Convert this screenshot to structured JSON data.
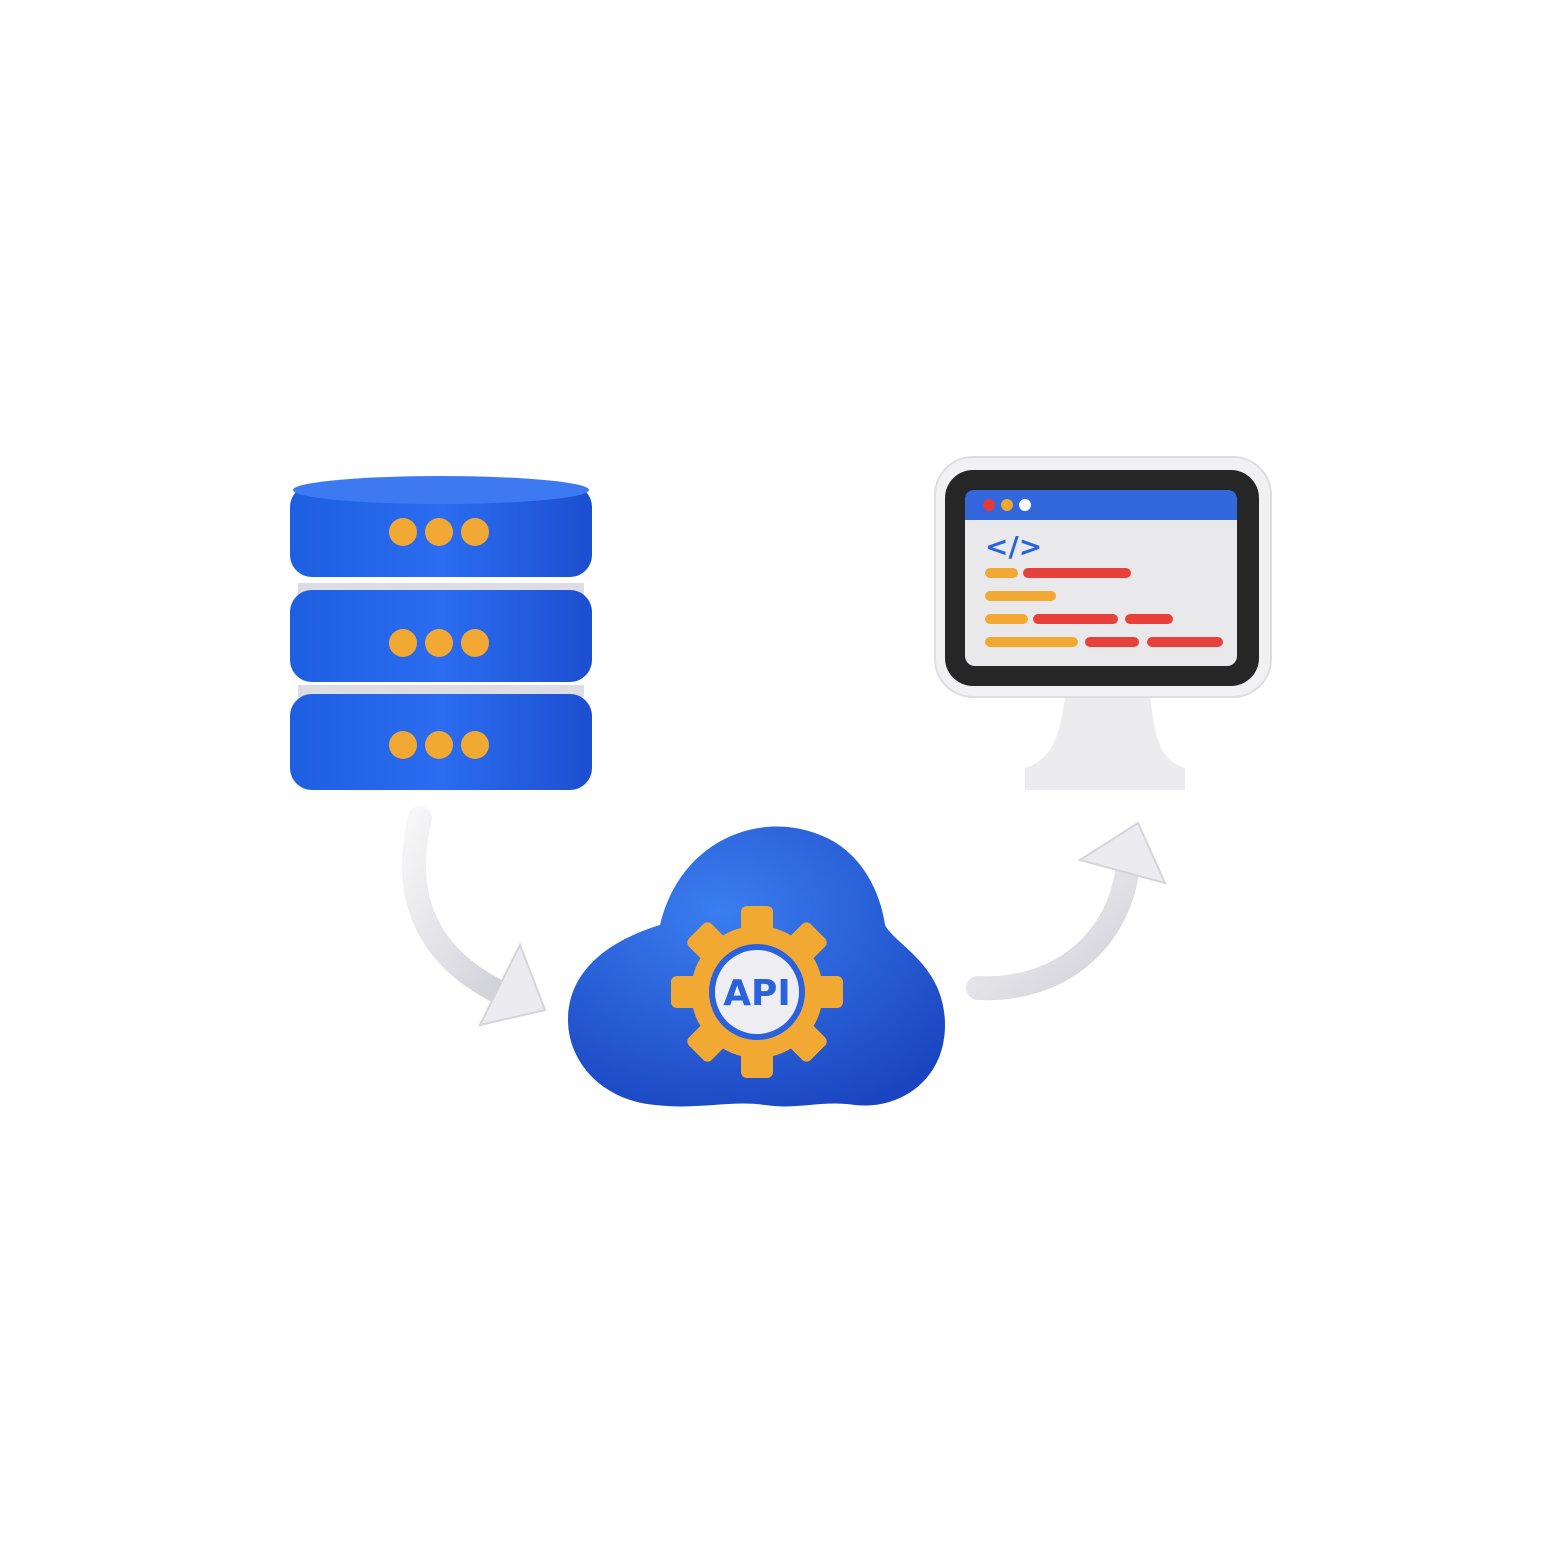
{
  "illustration": {
    "api_label": "API",
    "code_symbol": "</>"
  },
  "database": {
    "disc_count": 3,
    "dots_per_disc": 3
  },
  "monitor": {
    "window_dots": [
      "#e53935",
      "#f0a92c",
      "#ffffff"
    ]
  },
  "colors": {
    "blue": "#2563e0",
    "blue_dark": "#1a47c2",
    "orange": "#f2a933",
    "red": "#e8413c",
    "arrow": "#e6e6ea",
    "screen": "#e9e9ec",
    "bezel": "#262626"
  }
}
